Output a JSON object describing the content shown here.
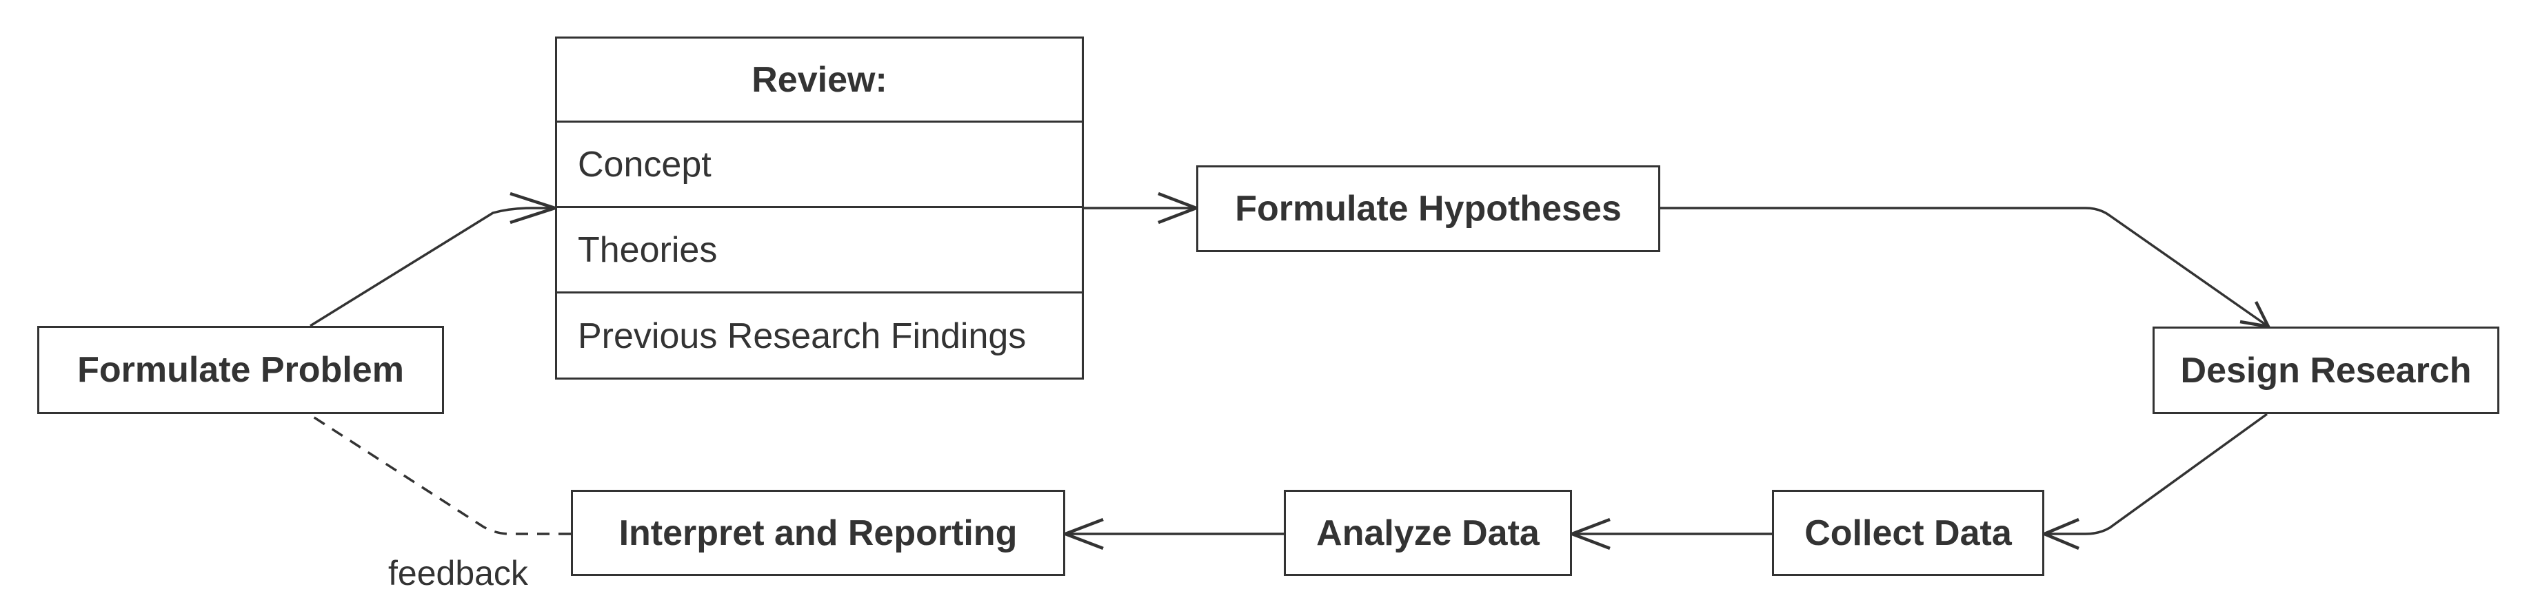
{
  "diagram": {
    "nodes": {
      "formulate_problem": "Formulate Problem",
      "formulate_hypotheses": "Formulate Hypotheses",
      "design_research": "Design Research",
      "collect_data": "Collect Data",
      "analyze_data": "Analyze Data",
      "interpret_reporting": "Interpret and Reporting"
    },
    "review": {
      "title": "Review:",
      "items": [
        "Concept",
        "Theories",
        "Previous Research Findings"
      ]
    },
    "edges": {
      "feedback_label": "feedback"
    },
    "colors": {
      "stroke": "#333333",
      "fill": "#ffffff"
    }
  }
}
